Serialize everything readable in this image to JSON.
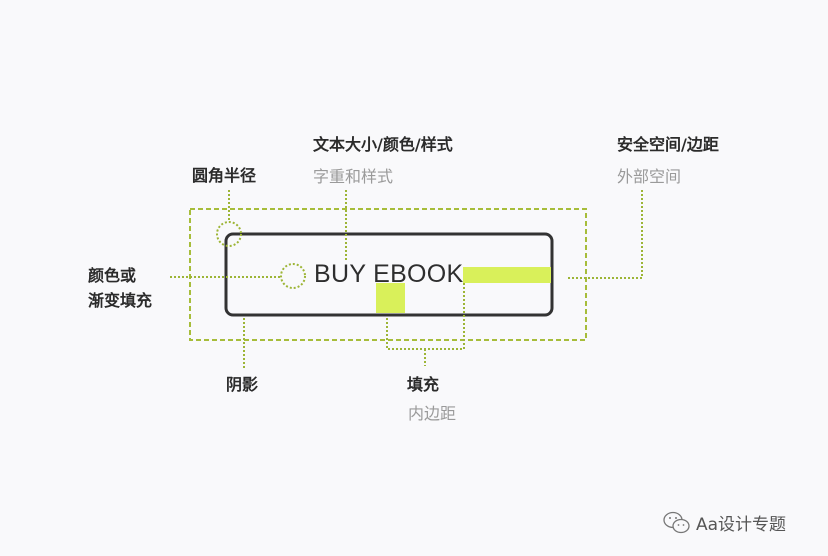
{
  "button": {
    "label": "BUY EBOOK"
  },
  "labels": {
    "corner_radius": "圆角半径",
    "text_title": "文本大小/颜色/样式",
    "text_sub": "字重和样式",
    "safe_title": "安全空间/边距",
    "safe_sub": "外部空间",
    "fill_line1": "颜色或",
    "fill_line2": "渐变填充",
    "shadow": "阴影",
    "padding_title": "填充",
    "padding_sub": "内边距"
  },
  "watermark": {
    "text": "Aa设计专题",
    "icon": "wechat-icon"
  },
  "colors": {
    "accent": "#d9f05a",
    "guide": "#9db536",
    "border": "#333333"
  }
}
